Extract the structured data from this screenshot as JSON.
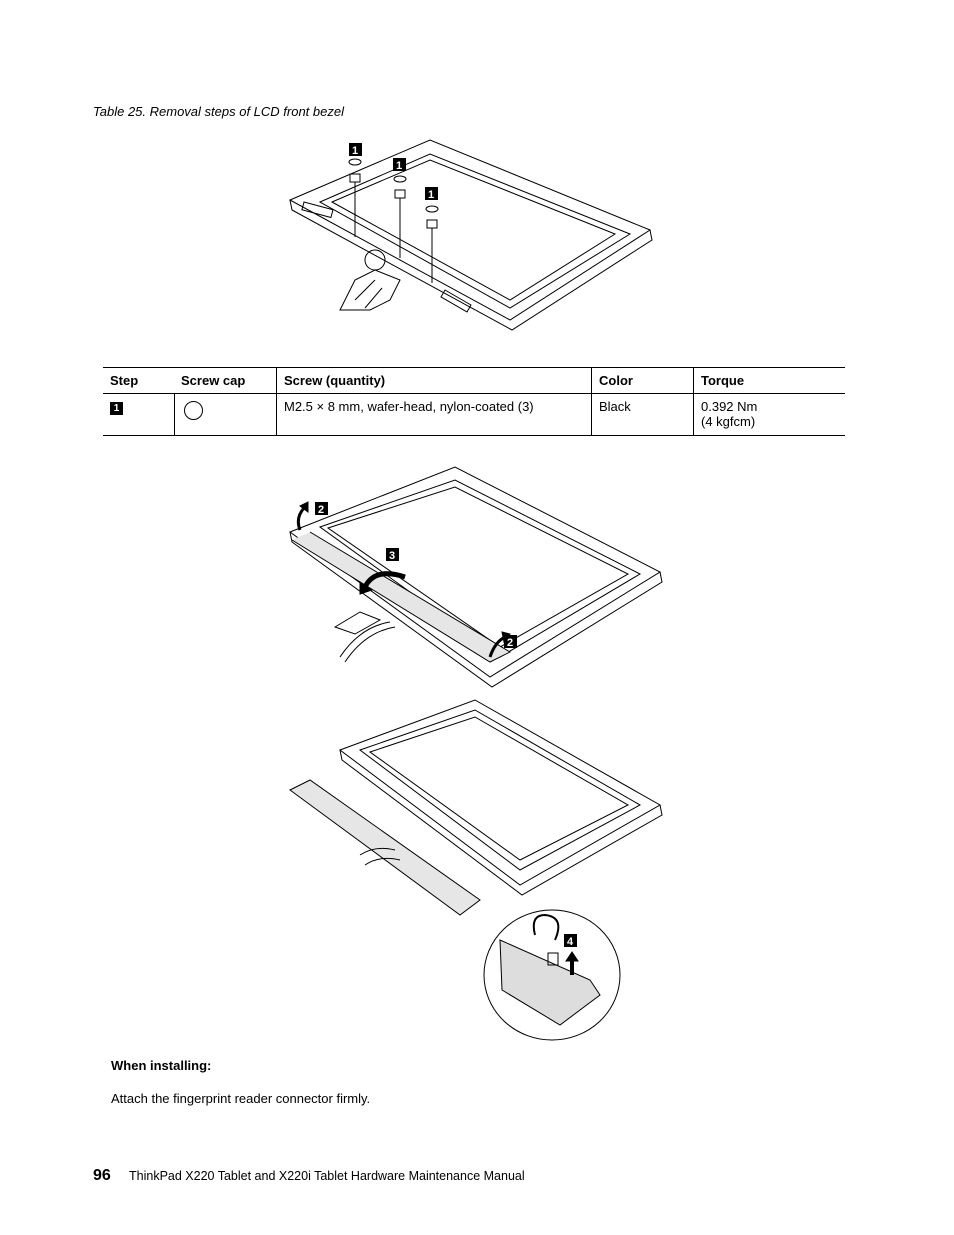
{
  "caption": "Table 25. Removal steps of LCD front bezel",
  "callouts": {
    "step1": "1",
    "step2": "2",
    "step3": "3",
    "step4": "4"
  },
  "table": {
    "headers": [
      "Step",
      "Screw cap",
      "Screw (quantity)",
      "Color",
      "Torque"
    ],
    "rows": [
      {
        "step": "1",
        "screw": "M2.5 × 8 mm, wafer-head, nylon-coated (3)",
        "color": "Black",
        "torque_line1": "0.392 Nm",
        "torque_line2": "(4 kgfcm)"
      }
    ]
  },
  "installing": {
    "heading": "When installing:",
    "text": "Attach the fingerprint reader connector firmly."
  },
  "footer": {
    "page_number": "96",
    "title": "ThinkPad X220 Tablet and X220i Tablet Hardware Maintenance Manual"
  }
}
